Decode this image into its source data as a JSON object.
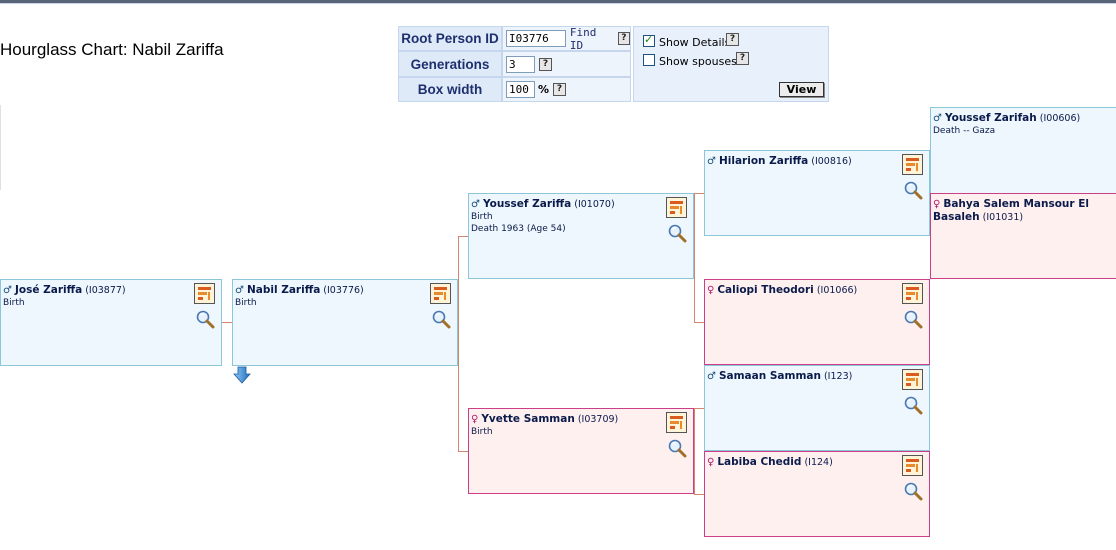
{
  "page": {
    "title": "Hourglass Chart: Nabil Zariffa"
  },
  "form": {
    "root_person_label": "Root Person ID",
    "root_person_value": "I03776",
    "find_id_label": "Find ID",
    "generations_label": "Generations",
    "generations_value": "3",
    "box_width_label": "Box width",
    "box_width_value": "100",
    "box_width_unit": "%",
    "help_glyph": "?",
    "show_details_label": "Show Details",
    "show_details_checked": true,
    "show_spouses_label": "Show spouses",
    "show_spouses_checked": false,
    "view_button": "View"
  },
  "people": {
    "jose": {
      "name": "José Zariffa",
      "id": "(I03877)",
      "sex": "male",
      "events": [
        "Birth"
      ]
    },
    "nabil": {
      "name": "Nabil Zariffa",
      "id": "(I03776)",
      "sex": "male",
      "events": [
        "Birth"
      ]
    },
    "youssef_z": {
      "name": "Youssef Zariffa",
      "id": "(I01070)",
      "sex": "male",
      "events": [
        "Birth",
        "Death 1963 (Age 54)"
      ]
    },
    "yvette": {
      "name": "Yvette Samman",
      "id": "(I03709)",
      "sex": "female",
      "events": [
        "Birth"
      ]
    },
    "hilarion": {
      "name": "Hilarion Zariffa",
      "id": "(I00816)",
      "sex": "male",
      "events": []
    },
    "caliopi": {
      "name": "Caliopi Theodori",
      "id": "(I01066)",
      "sex": "female",
      "events": []
    },
    "samaan": {
      "name": "Samaan Samman",
      "id": "(I123)",
      "sex": "male",
      "events": []
    },
    "labiba": {
      "name": "Labiba Chedid",
      "id": "(I124)",
      "sex": "female",
      "events": []
    },
    "youssef_zh": {
      "name": "Youssef Zarifah",
      "id": "(I00606)",
      "sex": "male",
      "events": [
        "Death -- Gaza"
      ]
    },
    "bahya": {
      "name": "Bahya Salem Mansour El Basaleh",
      "id": "(I01031)",
      "sex": "female",
      "events": []
    }
  },
  "colors": {
    "male_bg": "#eef7fd",
    "male_border": "#8cc6d9",
    "female_bg": "#fff0f0",
    "female_border": "#cc3f88",
    "connector": "#d0876c",
    "label_color": "#1e2f6e"
  },
  "icons": {
    "pedigree": "pedigree-chart-icon",
    "zoom": "magnifier-icon",
    "expand": "down-arrow-icon",
    "male": "male-symbol-icon",
    "female": "female-symbol-icon"
  }
}
